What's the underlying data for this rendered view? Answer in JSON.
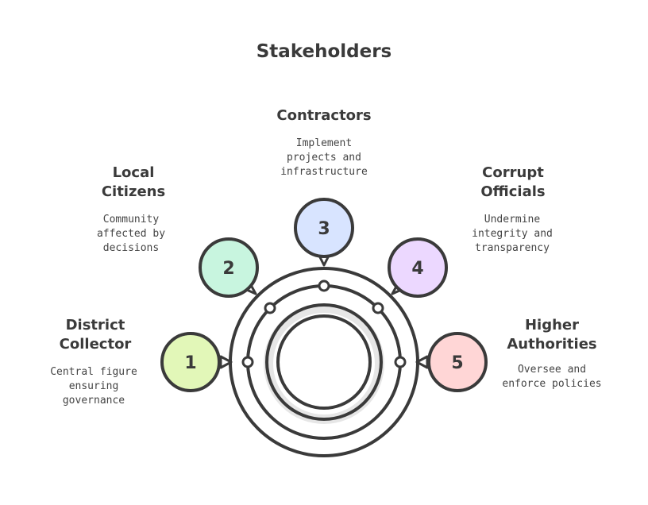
{
  "title": "Stakeholders",
  "colors": {
    "stroke": "#3a3a3a",
    "ring_fill": "#e6e6e6",
    "node1": "#e2f7b8",
    "node2": "#c8f5df",
    "node3": "#d8e4ff",
    "node4": "#ecd8ff",
    "node5": "#ffd6d6"
  },
  "nodes": [
    {
      "number": "1",
      "label_lines": [
        "District",
        "Collector"
      ],
      "desc_lines": [
        "Central figure",
        "ensuring",
        "governance"
      ]
    },
    {
      "number": "2",
      "label_lines": [
        "Local",
        "Citizens"
      ],
      "desc_lines": [
        "Community",
        "affected by",
        "decisions"
      ]
    },
    {
      "number": "3",
      "label_lines": [
        "Contractors"
      ],
      "desc_lines": [
        "Implement",
        "projects and",
        "infrastructure"
      ]
    },
    {
      "number": "4",
      "label_lines": [
        "Corrupt",
        "Officials"
      ],
      "desc_lines": [
        "Undermine",
        "integrity and",
        "transparency"
      ]
    },
    {
      "number": "5",
      "label_lines": [
        "Higher",
        "Authorities"
      ],
      "desc_lines": [
        "Oversee and",
        "enforce policies"
      ]
    }
  ]
}
